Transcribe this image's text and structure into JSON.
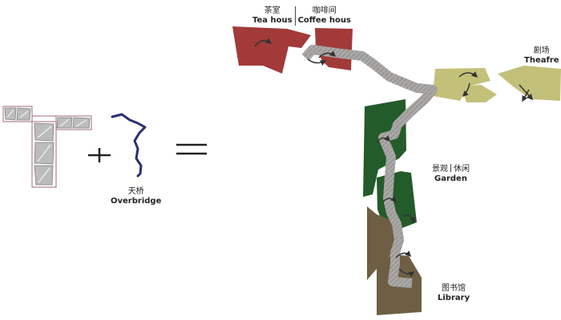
{
  "colors": {
    "tea": "#a23a3a",
    "theatre": "#c3c07a",
    "garden": "#245b2a",
    "library": "#6e5f44",
    "walkway": "#a8a6a4",
    "overbridge": "#2a3070",
    "operator": "#222222"
  },
  "labels": {
    "overbridge": {
      "zh": "天桥",
      "en": "Overbridge"
    },
    "tea_house": {
      "zh": "茶室",
      "en": "Tea hous"
    },
    "coffee_house": {
      "zh": "咖啡间",
      "en": "Coffee hous"
    },
    "theatre": {
      "zh": "剧场",
      "en": "Theafre"
    },
    "garden_zh1": "景观",
    "garden_zh2": "休闲",
    "garden_en": "Garden",
    "library": {
      "zh": "图书馆",
      "en": "Library"
    }
  },
  "icons": [
    "plus-icon",
    "equals-icon",
    "rotate-arrow-icon"
  ]
}
